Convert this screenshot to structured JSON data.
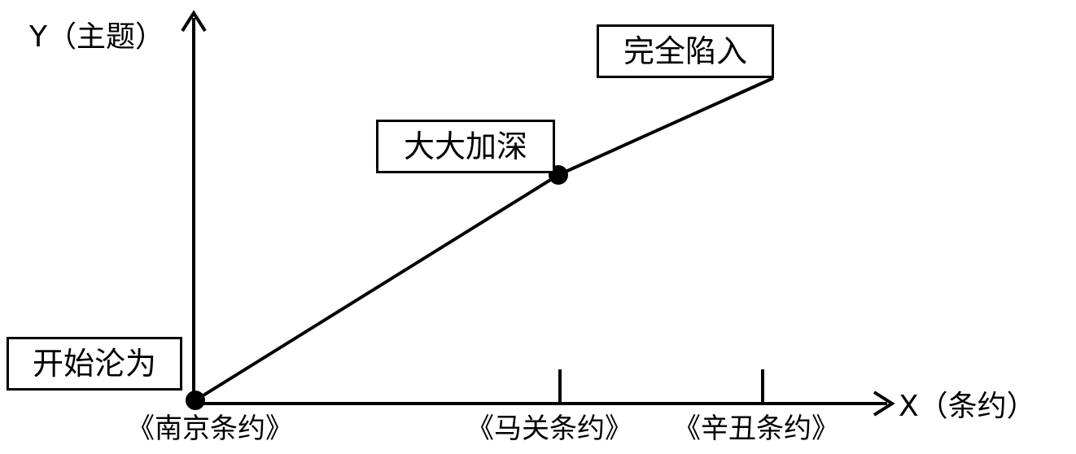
{
  "axes": {
    "y_label": "Y（主题）",
    "x_label": "X（条约）"
  },
  "x_ticks": [
    {
      "label": "《南京条约》"
    },
    {
      "label": "《马关条约》"
    },
    {
      "label": "《辛丑条约》"
    }
  ],
  "stage_labels": {
    "start": "开始沦为",
    "middle": "大大加深",
    "end": "完全陷入"
  },
  "colors": {
    "ink": "#000000",
    "background": "#ffffff"
  }
}
